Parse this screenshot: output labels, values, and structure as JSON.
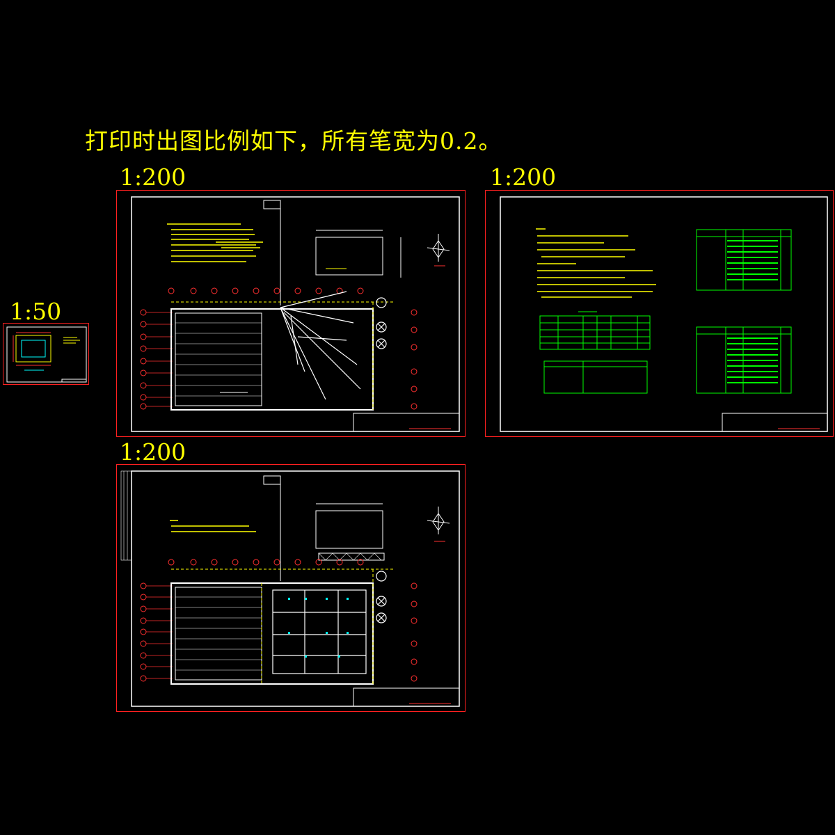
{
  "heading": "打印时出图比例如下，所有笔宽为0.2。",
  "sheets": [
    {
      "id": "sheet-small",
      "scale": "1:50"
    },
    {
      "id": "sheet-plan-1",
      "scale": "1:200"
    },
    {
      "id": "sheet-notes",
      "scale": "1:200"
    },
    {
      "id": "sheet-plan-2",
      "scale": "1:200"
    }
  ],
  "colors": {
    "background": "#000000",
    "text": "#ffff00",
    "sheet_border": "#ff2020",
    "inner_frame": "#ffffff",
    "grid_axis": "#ff3030",
    "table": "#00ff00",
    "pipe": "#00ffff"
  },
  "icons": [
    "north-arrow-icon",
    "fan-symbol-icon"
  ]
}
